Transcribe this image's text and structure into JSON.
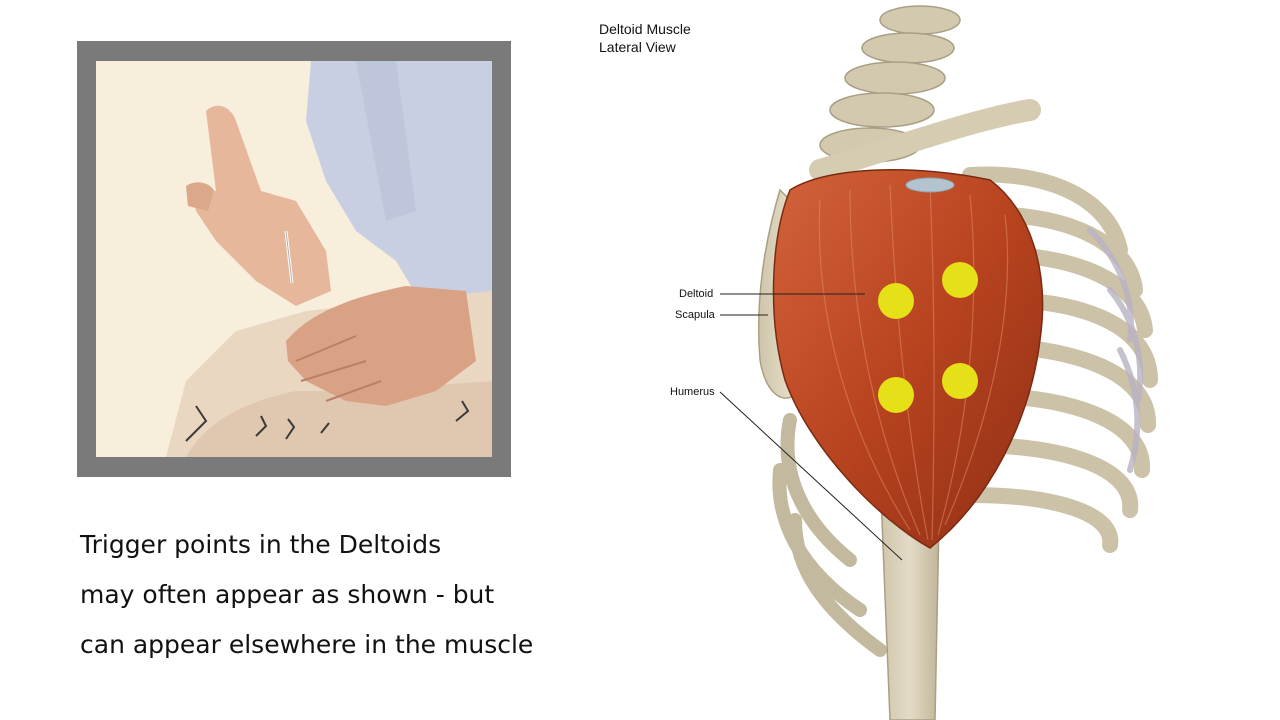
{
  "diagram": {
    "title_line1": "Deltoid Muscle",
    "title_line2": "Lateral View",
    "labels": {
      "deltoid": "Deltoid",
      "scapula": "Scapula",
      "humerus": "Humerus"
    }
  },
  "caption": {
    "line1": "Trigger points in the Deltoids",
    "line2": "may often appear as shown - but",
    "line3": "can appear elsewhere in the muscle"
  },
  "colors": {
    "trigger_point": "#e6e018",
    "muscle": "#b8431f",
    "bone": "#d8cfb8",
    "frame": "#7a7a7a"
  }
}
